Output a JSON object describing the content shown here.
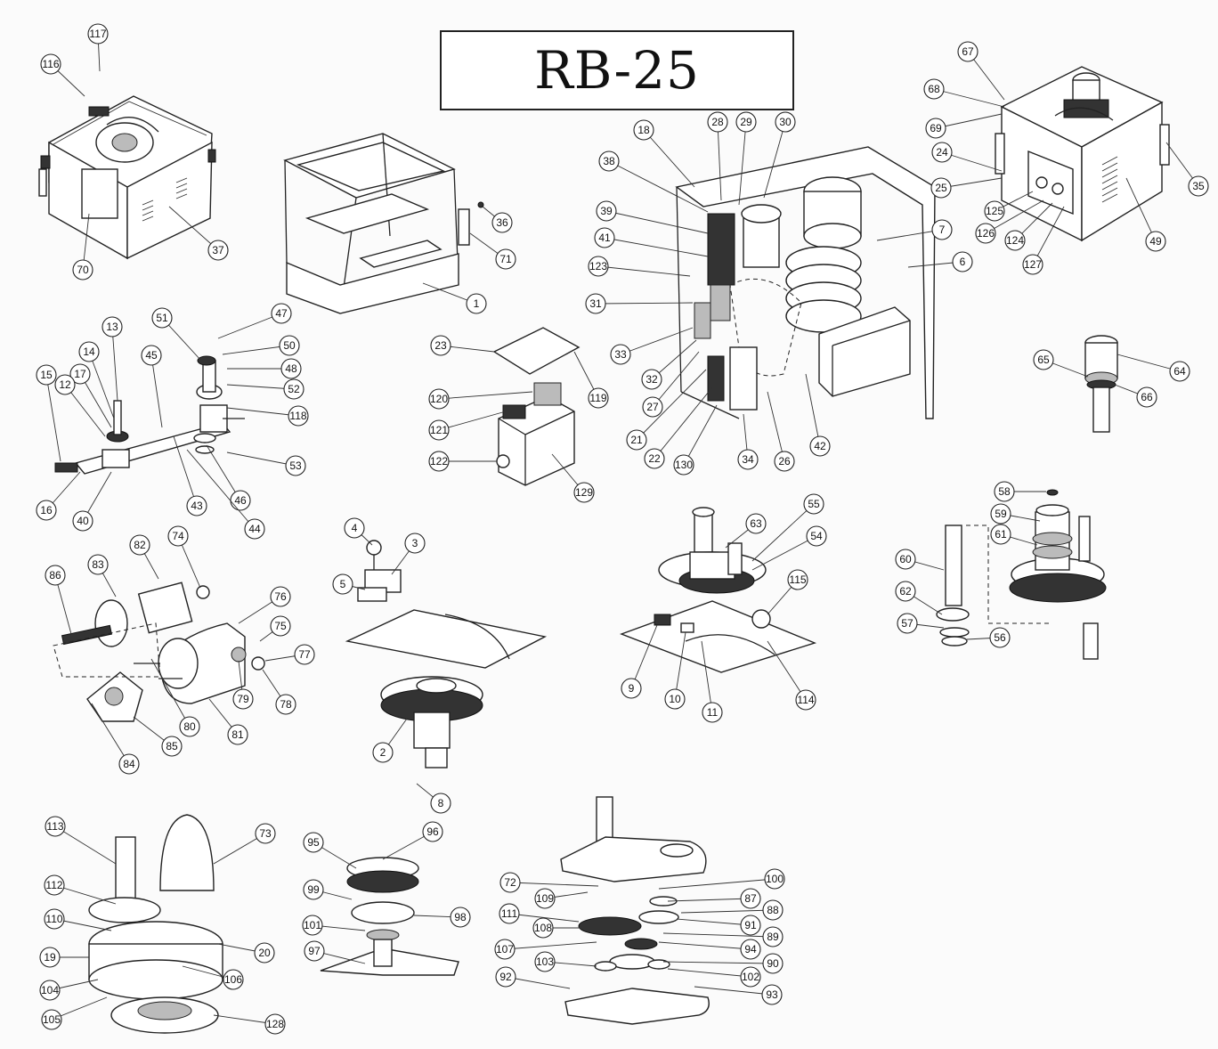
{
  "title": "RB-25",
  "callouts": [
    "117",
    "116",
    "70",
    "37",
    "36",
    "71",
    "1",
    "18",
    "28",
    "29",
    "30",
    "38",
    "39",
    "41",
    "123",
    "31",
    "33",
    "32",
    "27",
    "21",
    "22",
    "130",
    "34",
    "26",
    "42",
    "7",
    "6",
    "67",
    "68",
    "69",
    "24",
    "25",
    "125",
    "126",
    "124",
    "127",
    "49",
    "35",
    "47",
    "50",
    "48",
    "52",
    "51",
    "13",
    "45",
    "15",
    "14",
    "17",
    "12",
    "118",
    "53",
    "16",
    "40",
    "46",
    "43",
    "44",
    "23",
    "120",
    "121",
    "122",
    "119",
    "129",
    "64",
    "65",
    "66",
    "86",
    "83",
    "82",
    "74",
    "76",
    "75",
    "77",
    "78",
    "79",
    "80",
    "81",
    "84",
    "85",
    "4",
    "3",
    "5",
    "2",
    "8",
    "55",
    "63",
    "54",
    "115",
    "9",
    "10",
    "11",
    "114",
    "58",
    "59",
    "61",
    "60",
    "62",
    "57",
    "56",
    "113",
    "73",
    "112",
    "110",
    "19",
    "104",
    "105",
    "106",
    "20",
    "128",
    "95",
    "96",
    "99",
    "101",
    "98",
    "97",
    "72",
    "109",
    "111",
    "108",
    "107",
    "103",
    "92",
    "100",
    "87",
    "88",
    "91",
    "89",
    "94",
    "90",
    "102",
    "93"
  ],
  "colors": {
    "line": "#222222",
    "paper": "#fbfbfb"
  }
}
